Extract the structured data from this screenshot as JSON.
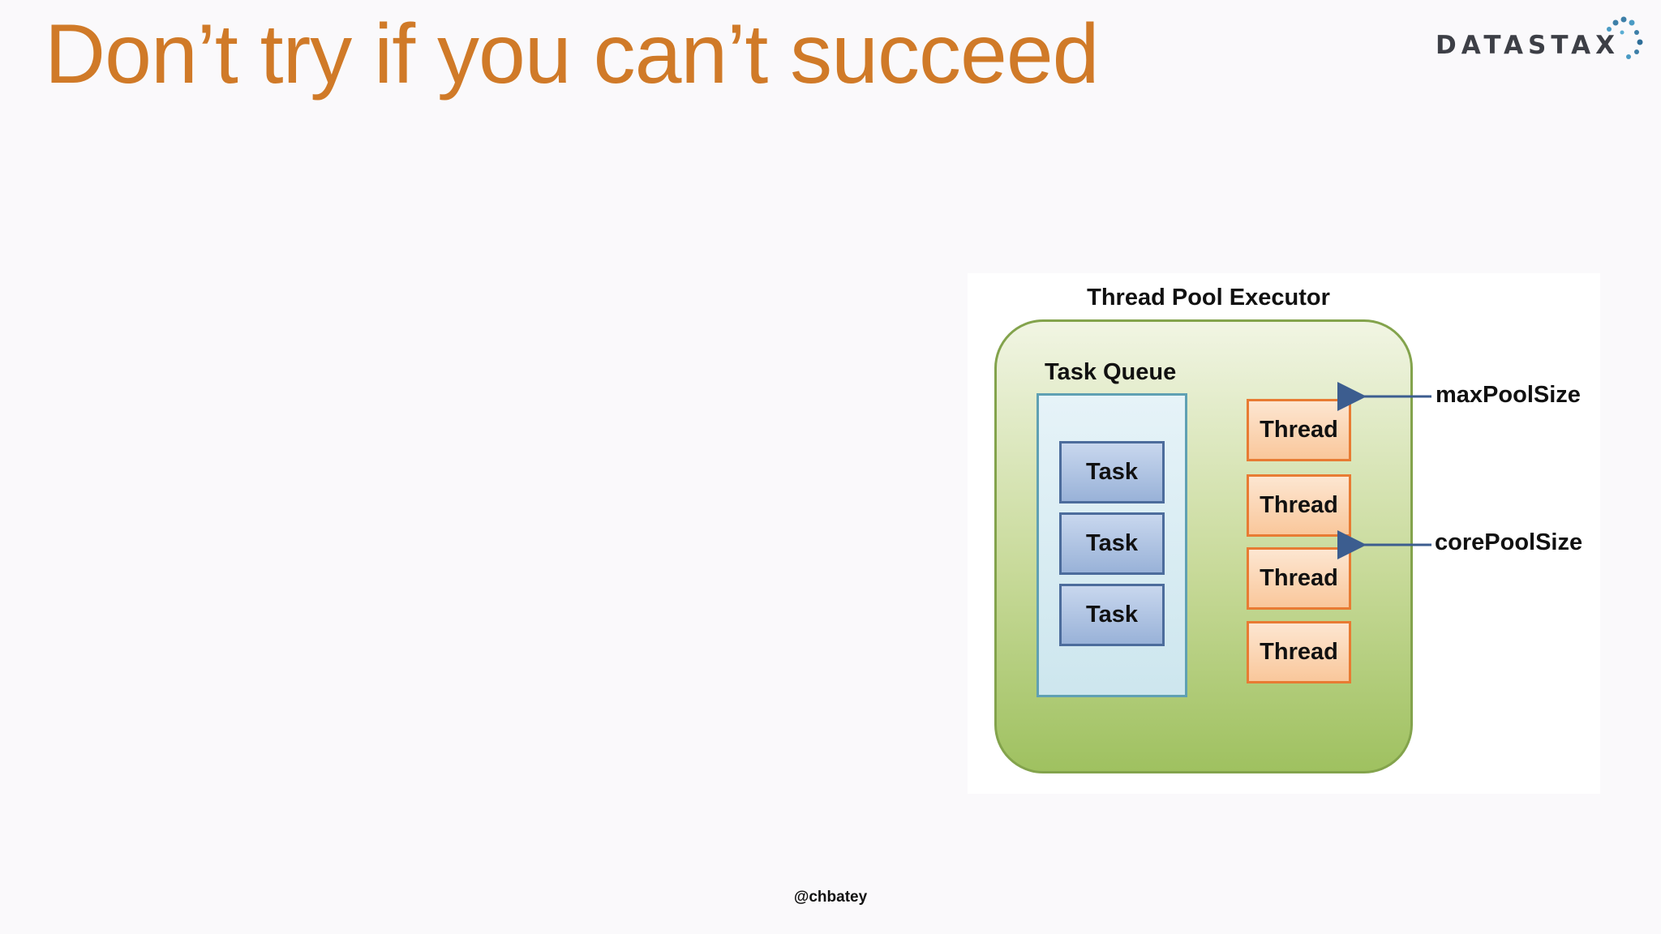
{
  "slide": {
    "title": "Don’t try if you can’t succeed",
    "footer": "@chbatey"
  },
  "logo": {
    "text": "DATASTAX",
    "icon": "dots-cluster-icon"
  },
  "diagram": {
    "title": "Thread Pool Executor",
    "queue_label": "Task Queue",
    "tasks": [
      "Task",
      "Task",
      "Task"
    ],
    "threads": [
      "Thread",
      "Thread",
      "Thread",
      "Thread"
    ],
    "max_pool_label": "maxPoolSize",
    "core_pool_label": "corePoolSize"
  },
  "colors": {
    "title": "#d07a28",
    "executor_fill": "#b5cf7f",
    "task_fill": "#a9bee0",
    "thread_fill": "#fbd3ad",
    "arrow": "#3c5d8f"
  }
}
